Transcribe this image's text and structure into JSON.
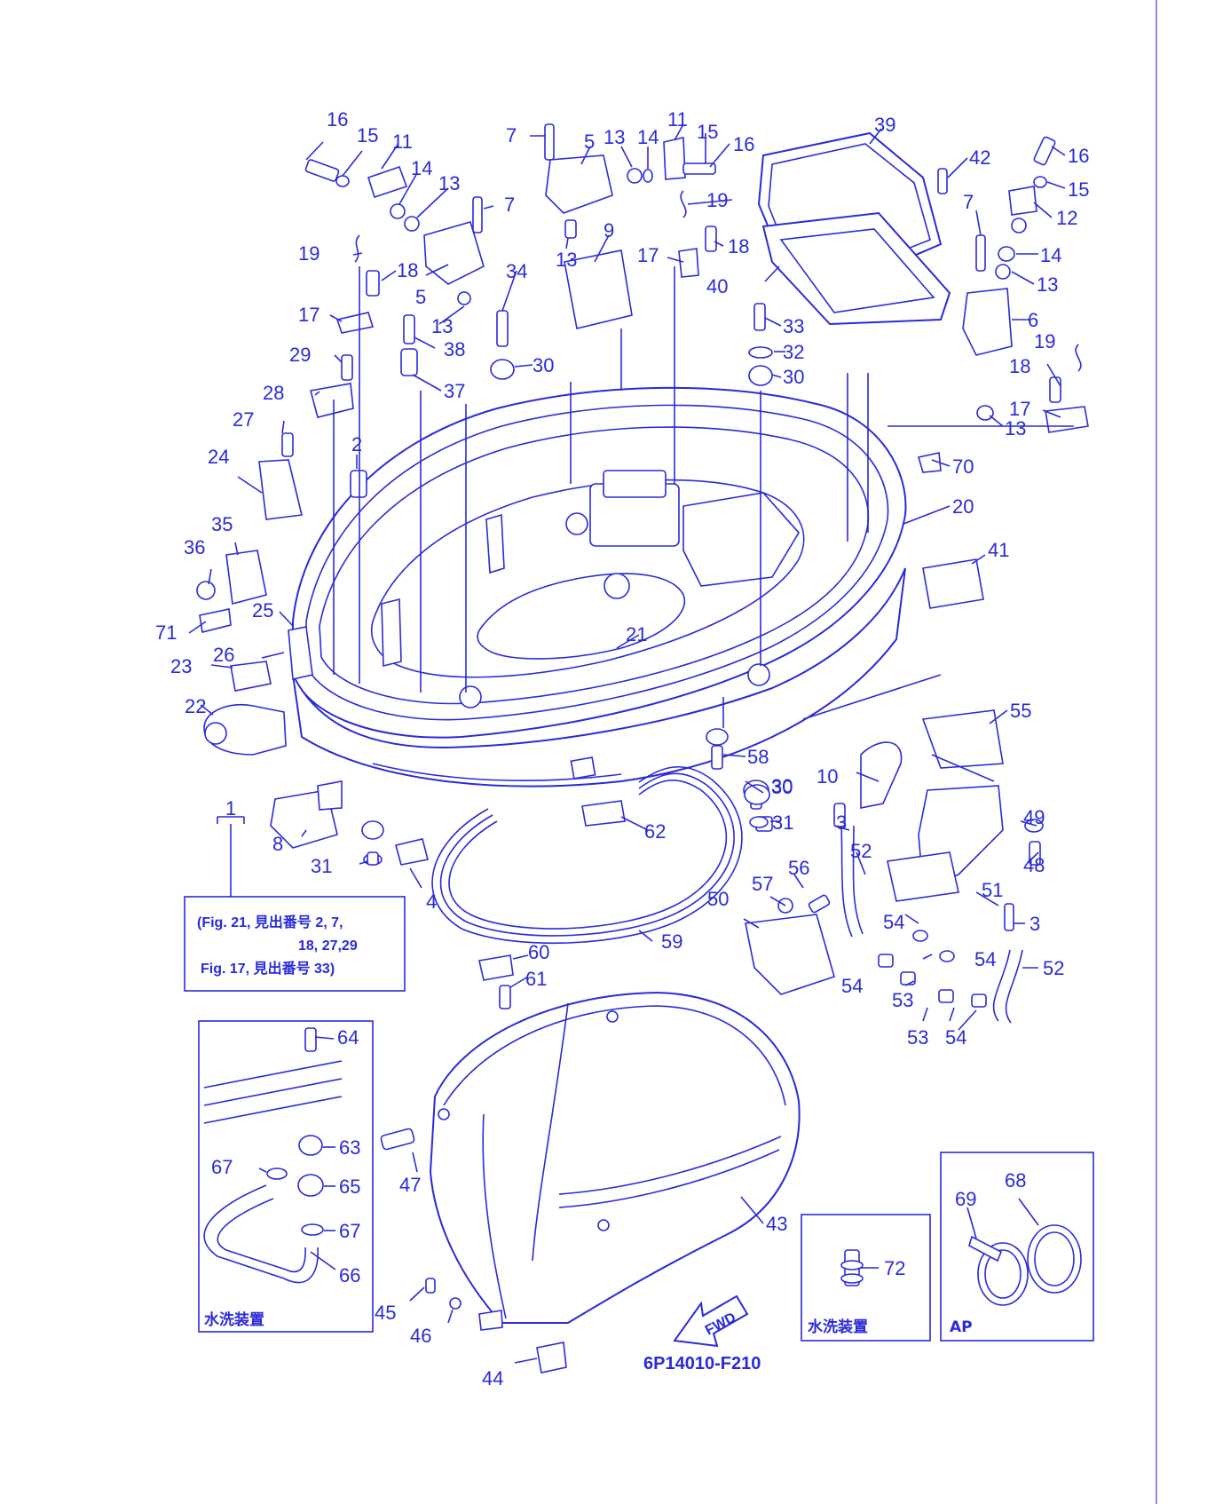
{
  "diagram_code": "6P14010-F210",
  "fwd_label": "FWD",
  "reference_note": {
    "line1": "(Fig. 21, 見出番号 2, 7,",
    "line2": "18, 27,29",
    "line3": "Fig. 17, 見出番号 33)"
  },
  "inset_wash": {
    "title": "水洗装置"
  },
  "inset_wash2": {
    "title": "水洗装置"
  },
  "inset_ap": {
    "title": "AP"
  },
  "bracket_label": "1",
  "accent_color": "#2a2ad8",
  "border_color": "#8a8ae8",
  "callouts": [
    {
      "id": "c16a",
      "text": "16"
    },
    {
      "id": "c15a",
      "text": "15"
    },
    {
      "id": "c11a",
      "text": "11"
    },
    {
      "id": "c14a",
      "text": "14"
    },
    {
      "id": "c13a",
      "text": "13"
    },
    {
      "id": "c7a",
      "text": "7"
    },
    {
      "id": "c19a",
      "text": "19"
    },
    {
      "id": "c18a",
      "text": "18"
    },
    {
      "id": "c5a",
      "text": "5"
    },
    {
      "id": "c17a",
      "text": "17"
    },
    {
      "id": "c13b",
      "text": "13"
    },
    {
      "id": "c38",
      "text": "38"
    },
    {
      "id": "c29",
      "text": "29"
    },
    {
      "id": "c37",
      "text": "37"
    },
    {
      "id": "c28",
      "text": "28"
    },
    {
      "id": "c27",
      "text": "27"
    },
    {
      "id": "c2",
      "text": "2"
    },
    {
      "id": "c24",
      "text": "24"
    },
    {
      "id": "c35",
      "text": "35"
    },
    {
      "id": "c36",
      "text": "36"
    },
    {
      "id": "c25",
      "text": "25"
    },
    {
      "id": "c71",
      "text": "71"
    },
    {
      "id": "c26",
      "text": "26"
    },
    {
      "id": "c23",
      "text": "23"
    },
    {
      "id": "c22",
      "text": "22"
    },
    {
      "id": "c34",
      "text": "34"
    },
    {
      "id": "c30a",
      "text": "30"
    },
    {
      "id": "c7b",
      "text": "7"
    },
    {
      "id": "c5b",
      "text": "5"
    },
    {
      "id": "c13c",
      "text": "13"
    },
    {
      "id": "c14b",
      "text": "14"
    },
    {
      "id": "c11b",
      "text": "11"
    },
    {
      "id": "c15b",
      "text": "15"
    },
    {
      "id": "c16b",
      "text": "16"
    },
    {
      "id": "c19b",
      "text": "19"
    },
    {
      "id": "c13d",
      "text": "13"
    },
    {
      "id": "c9",
      "text": "9"
    },
    {
      "id": "c17b",
      "text": "17"
    },
    {
      "id": "c18b",
      "text": "18"
    },
    {
      "id": "c39",
      "text": "39"
    },
    {
      "id": "c40",
      "text": "40"
    },
    {
      "id": "c42",
      "text": "42"
    },
    {
      "id": "c33",
      "text": "33"
    },
    {
      "id": "c32",
      "text": "32"
    },
    {
      "id": "c30b",
      "text": "30"
    },
    {
      "id": "c16c",
      "text": "16"
    },
    {
      "id": "c15c",
      "text": "15"
    },
    {
      "id": "c12",
      "text": "12"
    },
    {
      "id": "c7c",
      "text": "7"
    },
    {
      "id": "c14c",
      "text": "14"
    },
    {
      "id": "c13e",
      "text": "13"
    },
    {
      "id": "c6",
      "text": "6"
    },
    {
      "id": "c19c",
      "text": "19"
    },
    {
      "id": "c18c",
      "text": "18"
    },
    {
      "id": "c17c",
      "text": "17"
    },
    {
      "id": "c13f",
      "text": "13"
    },
    {
      "id": "c70",
      "text": "70"
    },
    {
      "id": "c20",
      "text": "20"
    },
    {
      "id": "c41",
      "text": "41"
    },
    {
      "id": "c21",
      "text": "21"
    },
    {
      "id": "c55",
      "text": "55"
    },
    {
      "id": "c58",
      "text": "58"
    },
    {
      "id": "c30c",
      "text": "30"
    },
    {
      "id": "c10",
      "text": "10"
    },
    {
      "id": "c30d",
      "text": "30"
    },
    {
      "id": "c31a",
      "text": "31"
    },
    {
      "id": "c3a",
      "text": "3"
    },
    {
      "id": "c49",
      "text": "49"
    },
    {
      "id": "c62",
      "text": "62"
    },
    {
      "id": "c8",
      "text": "8"
    },
    {
      "id": "c31b",
      "text": "31"
    },
    {
      "id": "c4",
      "text": "4"
    },
    {
      "id": "c52a",
      "text": "52"
    },
    {
      "id": "c48",
      "text": "48"
    },
    {
      "id": "c56",
      "text": "56"
    },
    {
      "id": "c57",
      "text": "57"
    },
    {
      "id": "c50",
      "text": "50"
    },
    {
      "id": "c51",
      "text": "51"
    },
    {
      "id": "c3b",
      "text": "3"
    },
    {
      "id": "c54a",
      "text": "54"
    },
    {
      "id": "c59",
      "text": "59"
    },
    {
      "id": "c54b",
      "text": "54"
    },
    {
      "id": "c52b",
      "text": "52"
    },
    {
      "id": "c54c",
      "text": "54"
    },
    {
      "id": "c53a",
      "text": "53"
    },
    {
      "id": "c53b",
      "text": "53"
    },
    {
      "id": "c54d",
      "text": "54"
    },
    {
      "id": "c60",
      "text": "60"
    },
    {
      "id": "c61",
      "text": "61"
    },
    {
      "id": "c64",
      "text": "64"
    },
    {
      "id": "c63",
      "text": "63"
    },
    {
      "id": "c67a",
      "text": "67"
    },
    {
      "id": "c65",
      "text": "65"
    },
    {
      "id": "c67b",
      "text": "67"
    },
    {
      "id": "c66",
      "text": "66"
    },
    {
      "id": "c47",
      "text": "47"
    },
    {
      "id": "c43",
      "text": "43"
    },
    {
      "id": "c45",
      "text": "45"
    },
    {
      "id": "c46",
      "text": "46"
    },
    {
      "id": "c44",
      "text": "44"
    },
    {
      "id": "c72",
      "text": "72"
    },
    {
      "id": "c69",
      "text": "69"
    },
    {
      "id": "c68",
      "text": "68"
    }
  ]
}
